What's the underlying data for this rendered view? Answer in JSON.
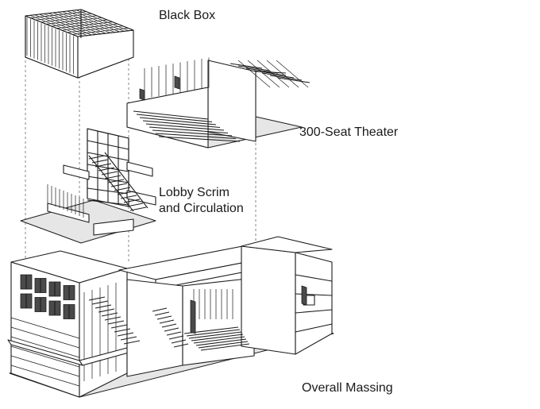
{
  "labels": {
    "black_box": "Black Box",
    "theater": "300-Seat Theater",
    "lobby_line1": "Lobby Scrim",
    "lobby_line2": "and Circulation",
    "massing": "Overall Massing"
  }
}
